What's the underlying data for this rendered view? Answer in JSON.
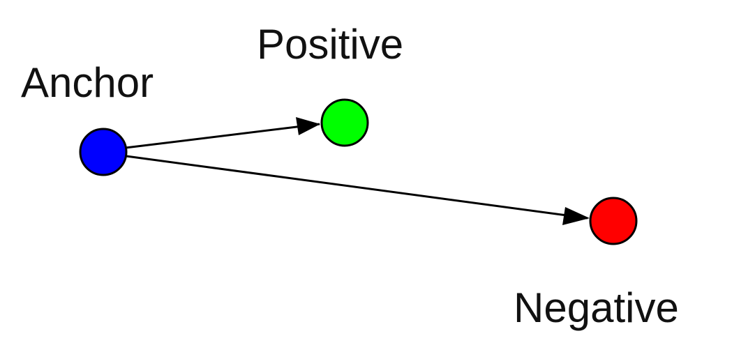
{
  "nodes": {
    "anchor": {
      "label": "Anchor",
      "color": "#0000ff"
    },
    "positive": {
      "label": "Positive",
      "color": "#00ff00"
    },
    "negative": {
      "label": "Negative",
      "color": "#ff0000"
    }
  },
  "edges": [
    {
      "from": "anchor",
      "to": "positive"
    },
    {
      "from": "anchor",
      "to": "negative"
    }
  ]
}
